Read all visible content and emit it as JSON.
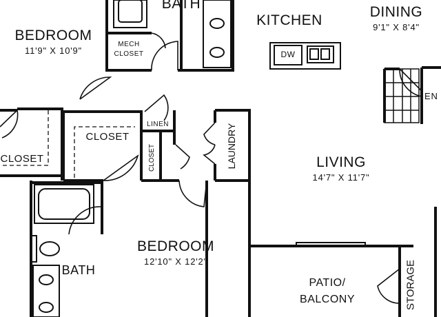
{
  "rooms": {
    "bedroom_1": {
      "name": "BEDROOM",
      "dims": "11'9\" X 10'9\""
    },
    "bath_1": {
      "name": "BATH"
    },
    "mech_closet": {
      "line1": "MECH",
      "line2": "CLOSET"
    },
    "kitchen": {
      "name": "KITCHEN",
      "appliance": "DW"
    },
    "dining": {
      "name": "DINING",
      "dims": "9'1\" X 8'4\""
    },
    "entry": {
      "name": "EN"
    },
    "closet_left": {
      "name": "CLOSET"
    },
    "closet_mid": {
      "name": "CLOSET"
    },
    "linen": {
      "name": "LINEN"
    },
    "closet_small": {
      "name": "CLOSET"
    },
    "laundry": {
      "name": "LAUNDRY"
    },
    "living": {
      "name": "LIVING",
      "dims": "14'7\" X 11'7\""
    },
    "bedroom_2": {
      "name": "BEDROOM",
      "dims": "12'10\" X 12'2\""
    },
    "bath_2": {
      "name": "BATH"
    },
    "patio": {
      "line1": "PATIO/",
      "line2": "BALCONY"
    },
    "storage": {
      "name": "STORAGE"
    }
  }
}
